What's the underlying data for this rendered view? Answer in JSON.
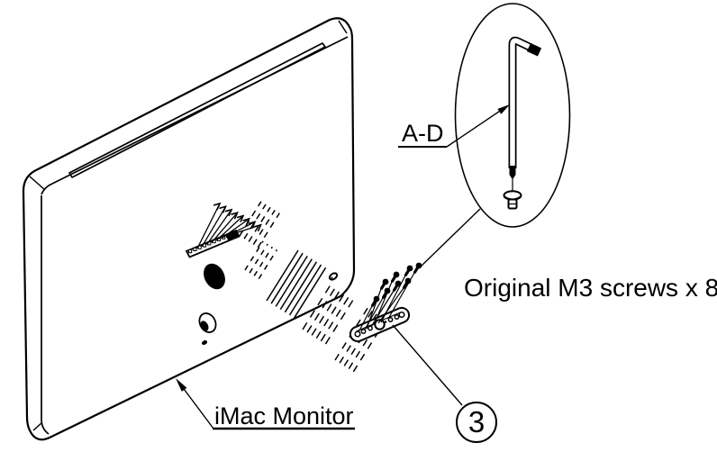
{
  "diagram": {
    "background_color": "#ffffff",
    "line_color": "#000000",
    "labels": {
      "tool_callout": "A-D",
      "monitor": "iMac Monitor",
      "screws_note": "Original M3 screws x 8",
      "part_number": "3"
    }
  }
}
